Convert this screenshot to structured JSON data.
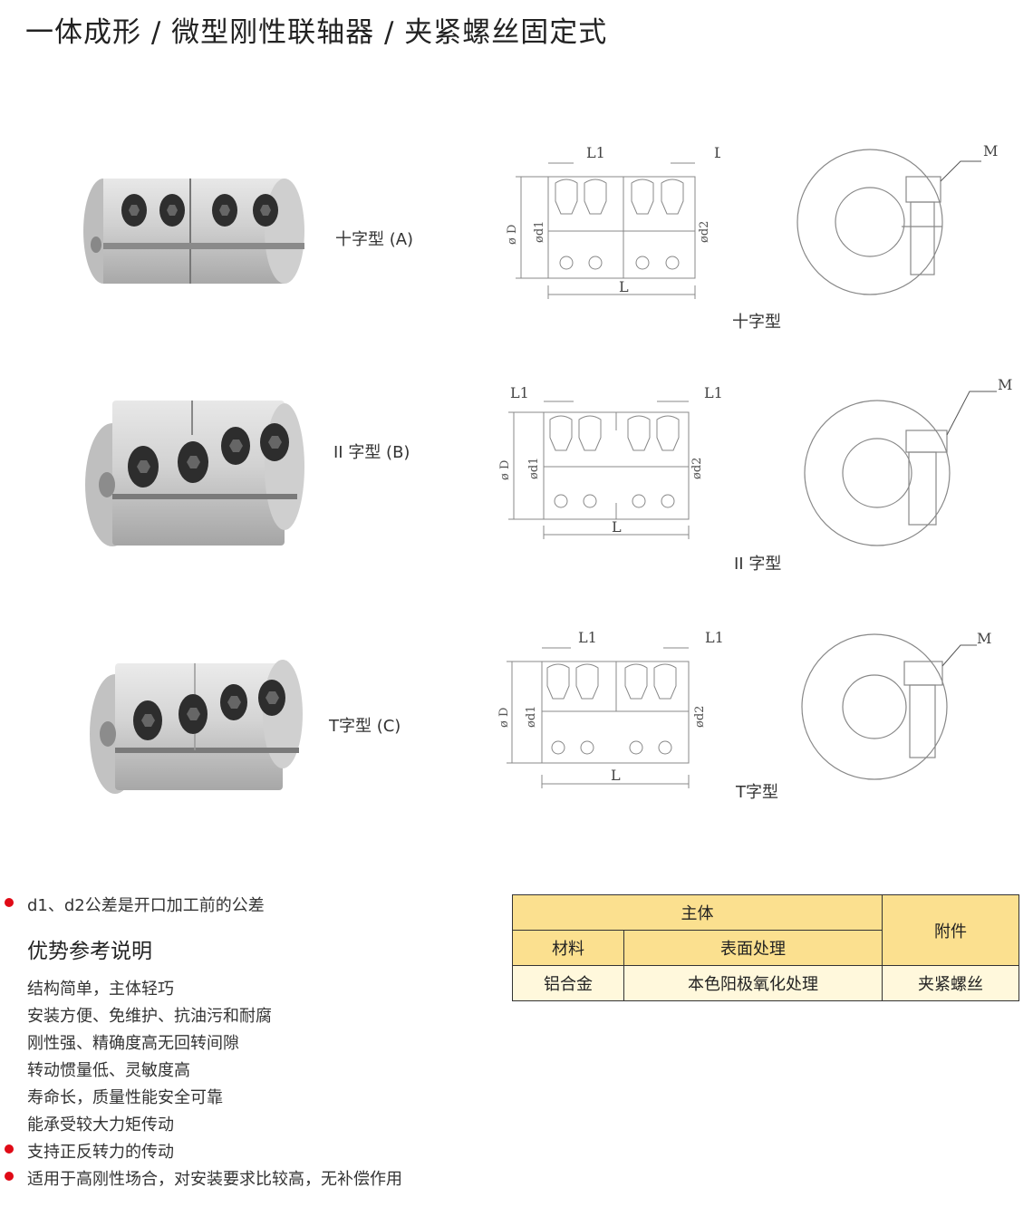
{
  "title": "一体成形 / 微型刚性联轴器 / 夹紧螺丝固定式",
  "rows": [
    {
      "type_label": "十字型 (A)",
      "caption": "十字型"
    },
    {
      "type_label": "II 字型 (B)",
      "caption": "II 字型"
    },
    {
      "type_label": "T字型 (C)",
      "caption": "T字型"
    }
  ],
  "dims": {
    "L1": "L1",
    "L": "L",
    "D": "ø D",
    "d1": "ød1",
    "d2": "ød2",
    "M": "M"
  },
  "note": "d1、d2公差是开口加工前的公差",
  "advantages": {
    "title": "优势参考说明",
    "items": [
      "结构简单，主体轻巧",
      "安装方便、免维护、抗油污和耐腐",
      "刚性强、精确度高无回转间隙",
      "转动惯量低、灵敏度高",
      "寿命长，质量性能安全可靠",
      "能承受较大力矩传动"
    ],
    "bullets": [
      "支持正反转力的传动",
      "适用于高刚性场合，对安装要求比较高，无补偿作用"
    ]
  },
  "table": {
    "main_body": "主体",
    "accessory": "附件",
    "material_head": "材料",
    "surface_head": "表面处理",
    "material": "铝合金",
    "surface": "本色阳极氧化处理",
    "accessory_value": "夹紧螺丝"
  },
  "colors": {
    "bullet": "#e00a16",
    "table_header": "#fbe08f",
    "table_body": "#fff8dc"
  }
}
